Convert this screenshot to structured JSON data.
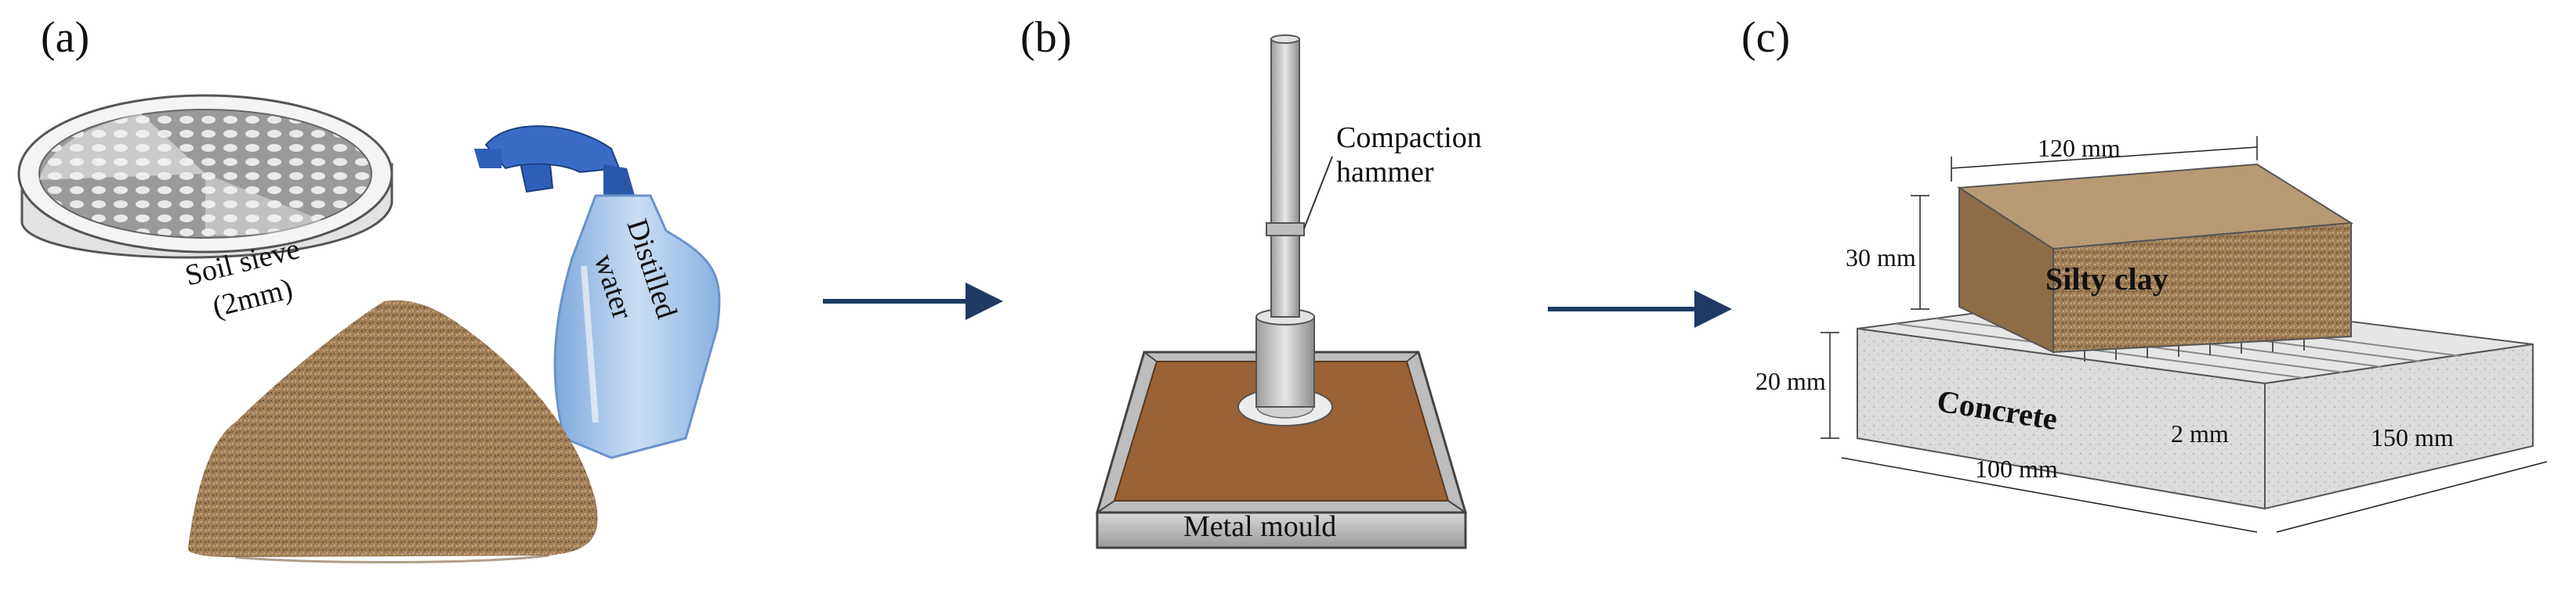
{
  "panels": {
    "a": {
      "label": "(a)",
      "sieve_line1": "Soil sieve",
      "sieve_line2": "(2mm)",
      "water_line1": "Distilled",
      "water_line2": "water"
    },
    "b": {
      "label": "(b)",
      "hammer_line1": "Compaction",
      "hammer_line2": "hammer",
      "mould": "Metal mould"
    },
    "c": {
      "label": "(c)",
      "top_dim": "120 mm",
      "soil_height": "30 mm",
      "concrete_height": "20 mm",
      "front_dim": "100 mm",
      "side_dim": "150 mm",
      "groove": "2 mm",
      "soil": "Silty clay",
      "concrete": "Concrete"
    }
  },
  "colors": {
    "arrow": "#1f3b63",
    "soil": "#a07f57",
    "concrete": "#d9d9d9",
    "sieve_mesh": "#8a8a8a",
    "bottle": "#8fb6e0",
    "sprayer": "#2f5fb8",
    "mould_fill": "#9a6236"
  },
  "icons": [
    "soil-sieve-icon",
    "spray-bottle-icon",
    "soil-pile-icon",
    "compaction-hammer-icon",
    "metal-mould-icon",
    "specimen-block-icon"
  ]
}
